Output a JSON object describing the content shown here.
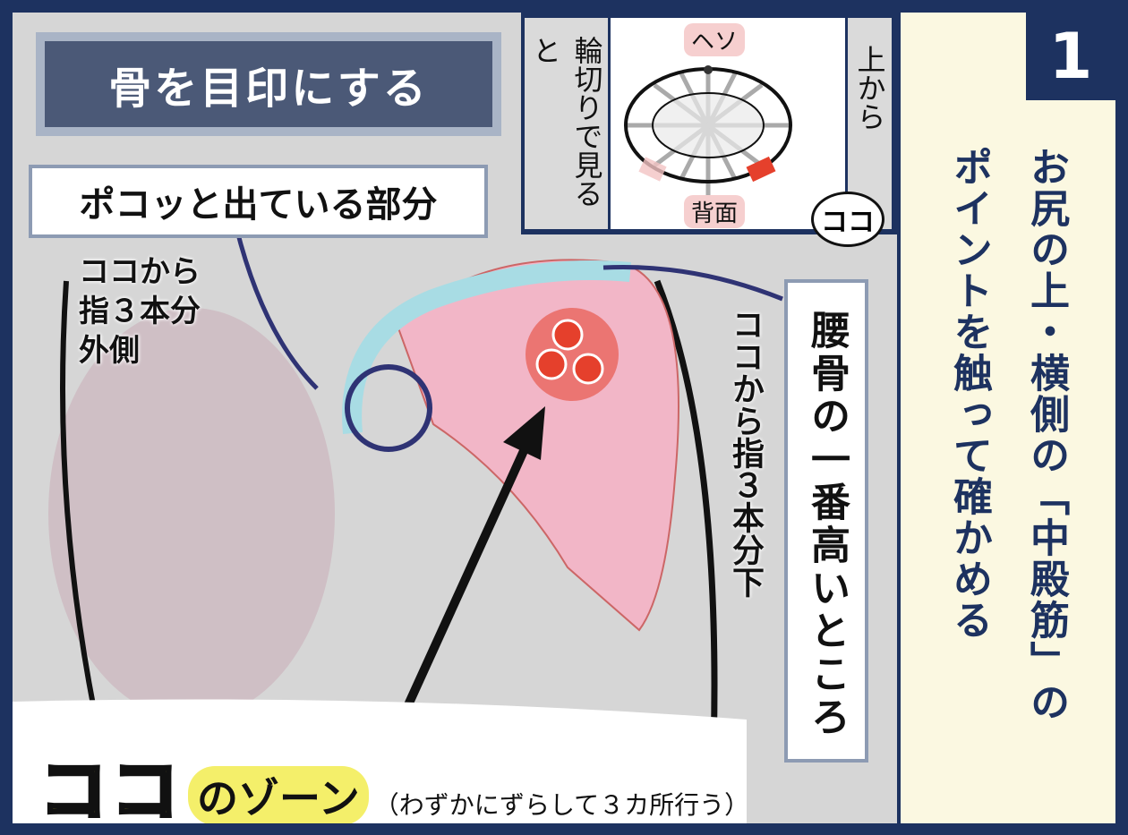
{
  "panel_number": "1",
  "side_heading": {
    "line1": "お尻の上・横側の「中殿筋」の",
    "line2": "ポイントを触って確かめる"
  },
  "title": "骨を目印にする",
  "bump_label": "ポコッと出ている部分",
  "left_note": [
    "ココから",
    "指３本分",
    "外側"
  ],
  "hip_label": "腰骨の一番高いところ",
  "down_note": "ココから指３本分下",
  "inset": {
    "left_label": "輪切りで見ると",
    "right_label": "上から",
    "top_tag": "ヘソ",
    "bottom_tag": "背面",
    "pointer": "ココ"
  },
  "zone": {
    "koko": "ココ",
    "suffix": "のゾーン",
    "note": "（わずかにずらして３カ所行う）"
  },
  "colors": {
    "navy": "#1d3260",
    "pink": "#f2b6c7",
    "red": "#e5402c",
    "bone": "#a8dce4"
  }
}
